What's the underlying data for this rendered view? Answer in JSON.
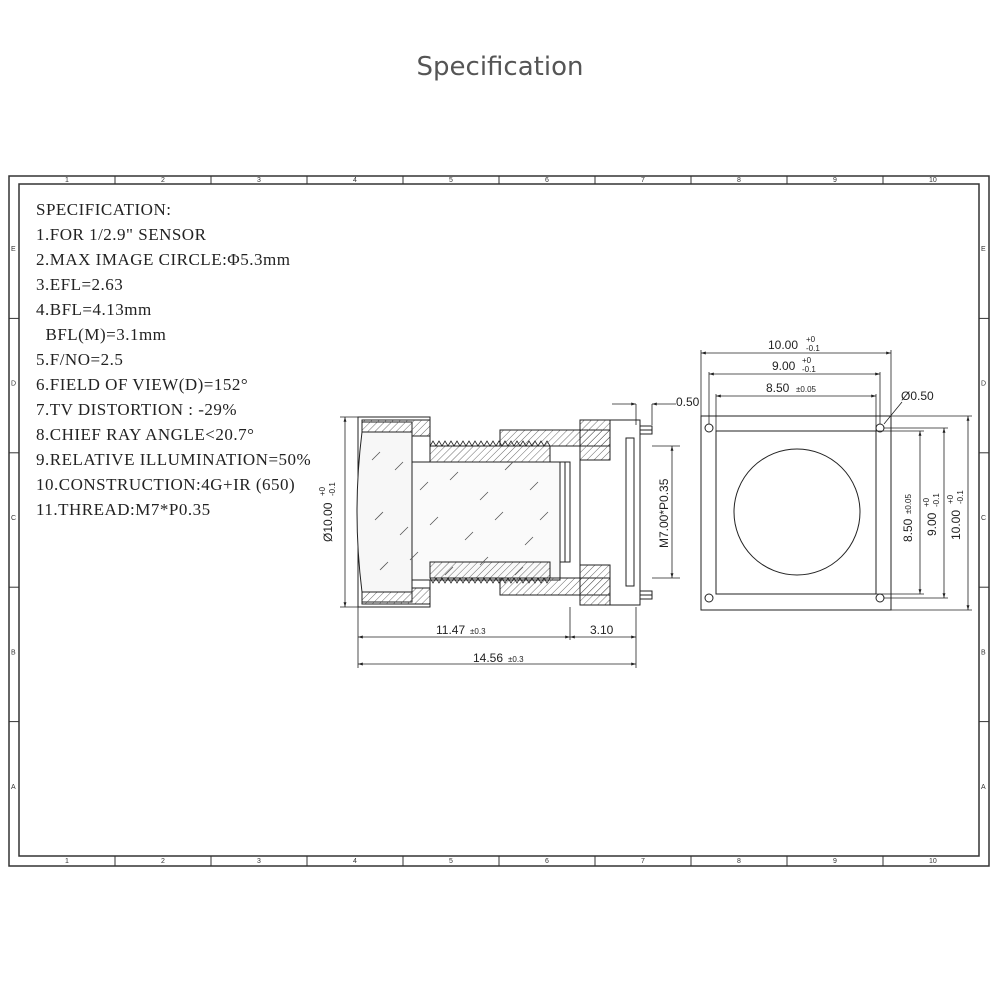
{
  "title": "Specification",
  "spec": {
    "heading": "SPECIFICATION:",
    "lines": [
      "1.FOR 1/2.9\"  SENSOR",
      "2.MAX IMAGE CIRCLE:Φ5.3mm",
      "3.EFL=2.63",
      "4.BFL=4.13mm",
      "  BFL(M)=3.1mm",
      "5.F/NO=2.5",
      "6.FIELD OF VIEW(D)=152°",
      "7.TV DISTORTION : -29%",
      "8.CHIEF RAY ANGLE<20.7°",
      "9.RELATIVE ILLUMINATION=50%",
      "10.CONSTRUCTION:4G+IR (650)",
      "11.THREAD:M7*P0.35"
    ]
  },
  "frame": {
    "col_labels": [
      "1",
      "2",
      "3",
      "4",
      "5",
      "6",
      "7",
      "8",
      "9",
      "10"
    ],
    "row_labels": [
      "E",
      "D",
      "C",
      "B",
      "A"
    ]
  },
  "dims": {
    "d050_top": "0.50",
    "lens_dia": "Ø10.00",
    "lens_dia_tol_up": "+0",
    "lens_dia_tol_dn": "-0.1",
    "thread": "M7.00*P0.35",
    "len_1147": "11.47",
    "len_1147_tol": "±0.3",
    "len_310": "3.10",
    "len_1456": "14.56",
    "len_1456_tol": "±0.3",
    "w1000": "10.00",
    "w1000_tol_up": "+0",
    "w1000_tol_dn": "-0.1",
    "w900": "9.00",
    "w900_tol_up": "+0",
    "w900_tol_dn": "-0.1",
    "w850": "8.50",
    "w850_tol": "±0.05",
    "hole": "Ø0.50",
    "h850": "8.50",
    "h850_tol": "±0.05",
    "h900": "9.00",
    "h900_tol_up": "+0",
    "h900_tol_dn": "-0.1",
    "h1000": "10.00",
    "h1000_tol_up": "+0",
    "h1000_tol_dn": "-0.1"
  }
}
